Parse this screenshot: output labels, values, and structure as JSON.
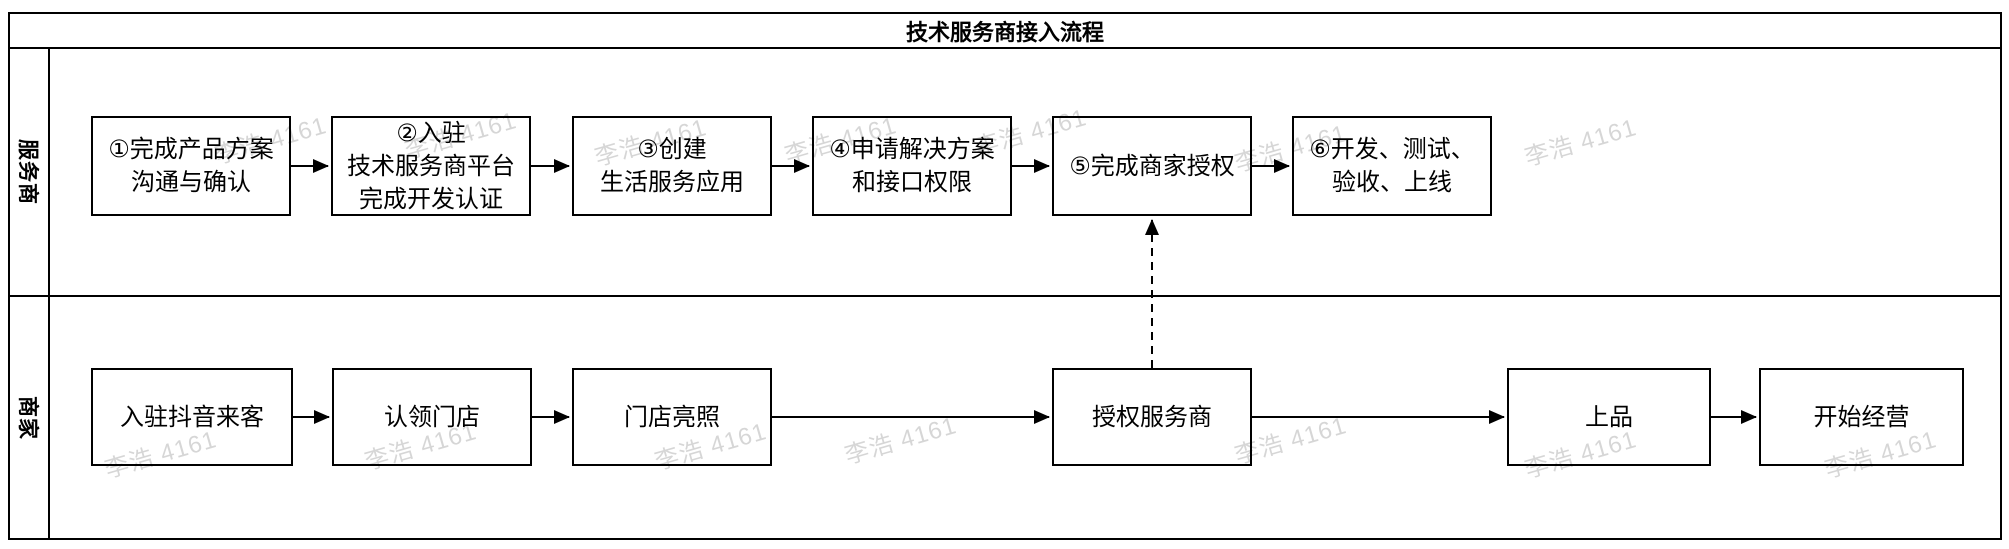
{
  "diagram": {
    "title": "技术服务商接入流程",
    "watermark_text": "李浩 4161",
    "colors": {
      "line": "#000000",
      "background": "#ffffff",
      "watermark_gray": "#d0d0d0"
    },
    "lanes": [
      {
        "label": "服务商",
        "nodes": [
          {
            "label": "①完成产品方案\n沟通与确认"
          },
          {
            "label": "②入驻\n技术服务商平台\n完成开发认证"
          },
          {
            "label": "③创建\n生活服务应用"
          },
          {
            "label": "④申请解决方案\n和接口权限"
          },
          {
            "label": "⑤完成商家授权"
          },
          {
            "label": "⑥开发、测试、\n验收、上线"
          }
        ]
      },
      {
        "label": "商家",
        "nodes": [
          {
            "label": "入驻抖音来客"
          },
          {
            "label": "认领门店"
          },
          {
            "label": "门店亮照"
          },
          {
            "label": "授权服务商"
          },
          {
            "label": "上品"
          },
          {
            "label": "开始经营"
          }
        ]
      }
    ]
  }
}
